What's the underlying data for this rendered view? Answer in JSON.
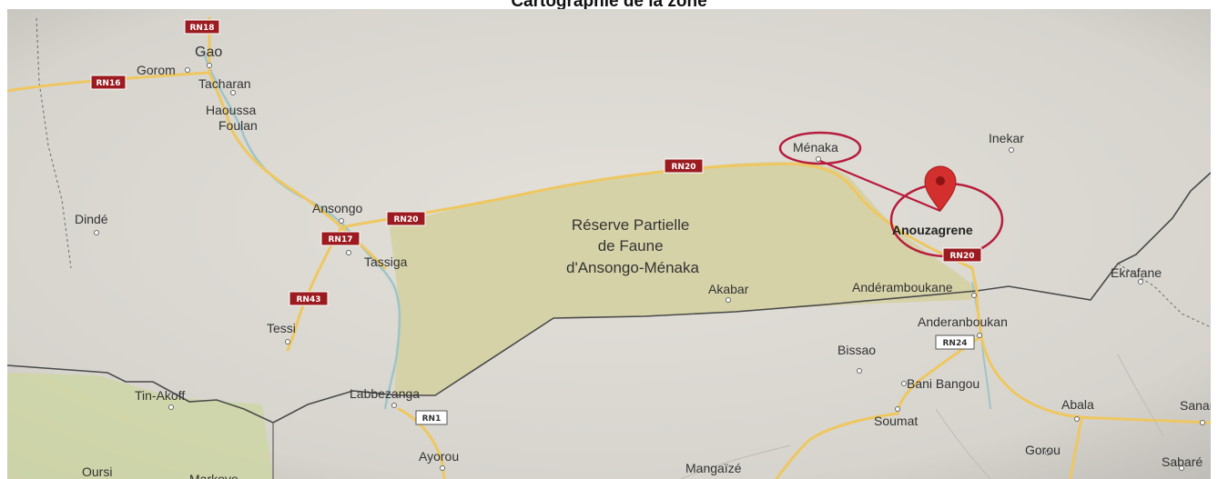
{
  "title": "Cartographie de la zone",
  "reserve": {
    "lines": [
      "Réserve Partielle",
      "de Faune",
      "d'Ansongo-Ménaka"
    ]
  },
  "places": {
    "gao": "Gao",
    "gorom": "Gorom",
    "tacharan": "Tacharan",
    "haoussa_foulan_1": "Haoussa",
    "haoussa_foulan_2": "Foulan",
    "dinde": "Dindé",
    "ansongo": "Ansongo",
    "tassiga": "Tassiga",
    "tessi": "Tessi",
    "tin_akoff": "Tin-Akoff",
    "labbezanga": "Labbezanga",
    "ayorou": "Ayorou",
    "oursi": "Oursi",
    "markoye": "Markoye",
    "menaka": "Ménaka",
    "inekar": "Inekar",
    "anouzagrene": "Anouzagrene",
    "anderamboukane": "Andéramboukane",
    "anderanboukan": "Anderanboukan",
    "ekrafane": "Ekrafane",
    "akabar": "Akabar",
    "bissao": "Bissao",
    "bani_bangou": "Bani Bangou",
    "soumat": "Soumat",
    "abala": "Abala",
    "gorou": "Gorou",
    "sanam": "Sanam",
    "sabare": "Sabaré",
    "mangaize": "Mangaïzé"
  },
  "roads": {
    "rn18": "RN18",
    "rn16": "RN16",
    "rn20_a": "RN20",
    "rn17": "RN17",
    "rn43": "RN43",
    "rn20_b": "RN20",
    "rn20_c": "RN20",
    "rn24": "RN24",
    "rn1": "RN1"
  },
  "marker": {
    "icon": "map-pin-icon",
    "color": "#d32f2f",
    "highlight_color": "#b71c3c"
  },
  "colors": {
    "land": "#dcdad3",
    "reserve_fill": "#d6d2a8",
    "green_zone": "#cfd6a4",
    "road": "#efc760",
    "border": "#4a4a4a",
    "river": "#9fc4c8",
    "road_badge": "#9b1b20"
  }
}
